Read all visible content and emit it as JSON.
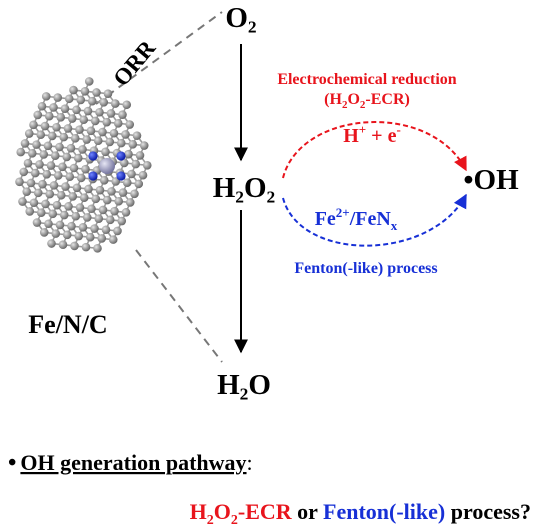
{
  "labels": {
    "o2": "O₂",
    "h2o2": "H₂O₂",
    "h2o": "H₂O",
    "oh": "•OH",
    "orr": "ORR",
    "catalyst": "Fe/N/C"
  },
  "ecr": {
    "title": "Electrochemical reduction",
    "abbr_open": "(H",
    "abbr_sub1": "2",
    "abbr_mid": "O",
    "abbr_sub2": "2",
    "abbr_close": "-ECR)",
    "reagent_main": "H",
    "reagent_sup1": "+",
    "reagent_mid": " + e",
    "reagent_sup2": "-",
    "color": "#e8141c"
  },
  "fenton": {
    "reagent_main": "Fe",
    "reagent_sup": "2+",
    "reagent_mid": "/FeN",
    "reagent_sub": "x",
    "label": "Fenton(-like) process",
    "color": "#1730d6"
  },
  "bottom": {
    "bullet": "•",
    "pathway": "OH generation pathway",
    "colon": ":",
    "q_h": "H",
    "q_sub1": "2",
    "q_o": "O",
    "q_sub2": "2",
    "q_ecr": "-ECR",
    "q_or": " or ",
    "q_fenton": "Fenton(-like)",
    "q_process": " process?"
  },
  "colors": {
    "red": "#e8141c",
    "blue": "#1730d6",
    "black": "#000000",
    "carbon": "#8a8a8a",
    "nitrogen": "#1a2fd0",
    "iron": "#9a9ab8"
  },
  "icons": [
    "fe-n-c-molecule-icon"
  ]
}
